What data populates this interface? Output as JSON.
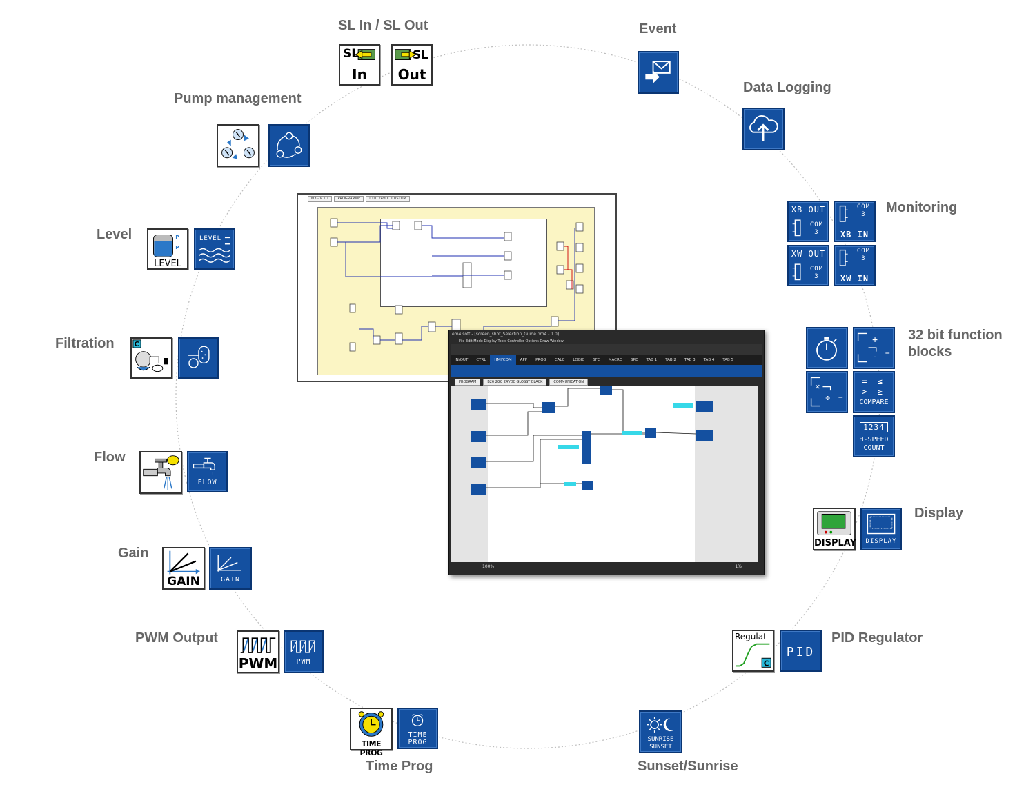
{
  "labels": {
    "sl": "SL In / SL Out",
    "event": "Event",
    "data_logging": "Data Logging",
    "monitoring": "Monitoring",
    "bit32_line1": "32 bit function",
    "bit32_line2": "blocks",
    "display": "Display",
    "pid": "PID Regulator",
    "sunset": "Sunset/Sunrise",
    "timeprog": "Time Prog",
    "pwm": "PWM Output",
    "gain": "Gain",
    "flow": "Flow",
    "filtration": "Filtration",
    "level": "Level",
    "pump": "Pump management"
  },
  "icons": {
    "sl_in_top": "SL",
    "sl_in_bottom": "In",
    "sl_out_top": "SL",
    "sl_out_bottom": "Out",
    "xb_out": "XB OUT",
    "xb_in": "XB IN",
    "xw_out": "XW OUT",
    "xw_in": "XW IN",
    "com": "COM",
    "com_num": "3",
    "compare": "COMPARE",
    "hspeed_digits": "1234",
    "hspeed_line1": "H-SPEED",
    "hspeed_line2": "COUNT",
    "display_white": "DISPLAY",
    "display_blue": "DISPLAY",
    "regulat": "Regulat",
    "pid_text": "PID",
    "sunrise_line1": "SUNRISE",
    "sunrise_line2": "SUNSET",
    "timeprog_white": "TIME PROG",
    "timeprog_blue_1": "TIME",
    "timeprog_blue_2": "PROG",
    "pwm_white": "PWM",
    "pwm_blue": "PWM",
    "gain_white": "GAIN",
    "gain_blue": "GAIN",
    "flow_blue": "FLOW",
    "level_white": "LEVEL",
    "level_blue": "LEVEL"
  },
  "screenshot1": {
    "tabs": [
      "M3 - V 1.1",
      "PROGRAMME",
      "ID10 24VDC CUSTOM"
    ]
  },
  "screenshot2": {
    "title": "em4 soft - [screen_shot_Selection_Guide.pm4 - 1.0]",
    "menu": "File   Edit   Mode   Display   Tools   Controller   Options   Draw   Window",
    "tabs": [
      "IN/OUT",
      "CTRL",
      "HMI/COM",
      "APP",
      "PROG",
      "CALC",
      "LOGIC",
      "SFC",
      "MACRO",
      "SPE",
      "TAB 1",
      "TAB 2",
      "TAB 3",
      "TAB 4",
      "TAB 5"
    ],
    "subtabs": [
      "PROGRAM",
      "B26 2GC 24VDC GLOSSY BLACK",
      "COMMUNICATION"
    ],
    "zoom": "100%",
    "percent": "1%"
  },
  "colors": {
    "icon_blue": "#1450a0",
    "label_grey": "#666666",
    "yellow_canvas": "#fbf5c4"
  }
}
